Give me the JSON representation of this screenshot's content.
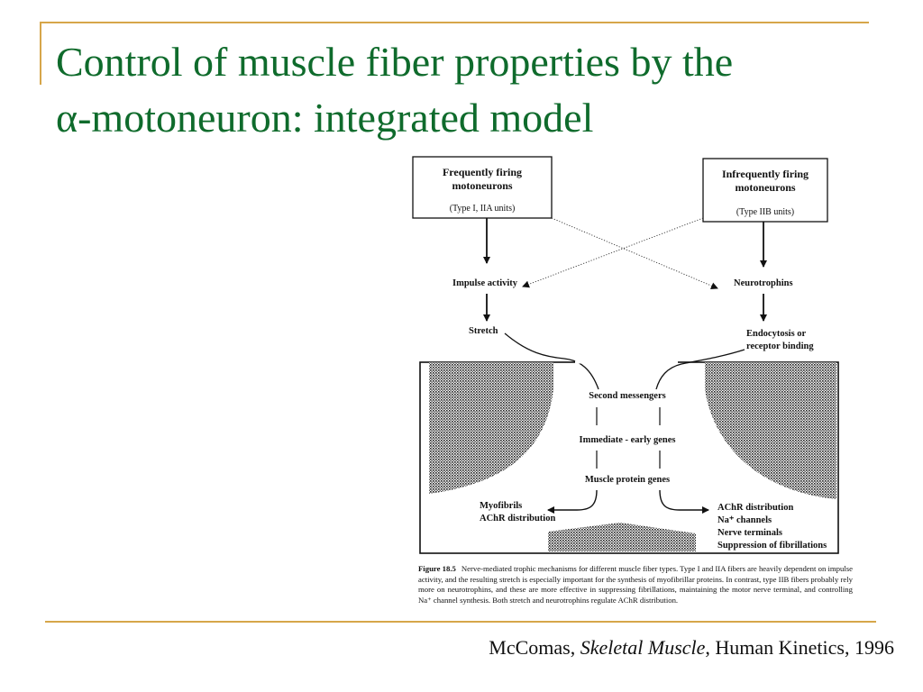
{
  "slide": {
    "title_line1": "Control of muscle fiber properties by the",
    "title_line2": "α-motoneuron: integrated model"
  },
  "diagram": {
    "left_box": {
      "line1": "Frequently firing",
      "line2": "motoneurons",
      "line3": "(Type I, IIA units)"
    },
    "right_box": {
      "line1": "Infrequently firing",
      "line2": "motoneurons",
      "line3": "(Type IIB units)"
    },
    "labels": {
      "impulse_activity": "Impulse activity",
      "neurotrophins": "Neurotrophins",
      "stretch": "Stretch",
      "endocytosis_line1": "Endocytosis or",
      "endocytosis_line2": "receptor binding",
      "second_messengers": "Second messengers",
      "immediate_early_genes": "Immediate - early genes",
      "muscle_protein_genes": "Muscle protein genes"
    },
    "left_outputs": [
      "Myofibrils",
      "AChR distribution"
    ],
    "right_outputs": [
      "AChR distribution",
      "Na⁺ channels",
      "Nerve terminals",
      "Suppression of fibrillations"
    ],
    "caption_label": "Figure 18.5",
    "caption_text": "Nerve-mediated trophic mechanisms for different muscle fiber types. Type I and IIA fibers are heavily dependent on impulse activity, and the resulting stretch is especially important for the synthesis of myofibrillar proteins. In contrast, type IIB fibers probably rely more on neurotrophins, and these are more effective in suppressing fibrillations, maintaining the motor nerve terminal, and controlling Na⁺ channel synthesis. Both stretch and neurotrophins regulate AChR distribution."
  },
  "credit": {
    "author": "McComas,",
    "book": "Skeletal Muscle",
    "rest": ", Human Kinetics, 1996"
  }
}
